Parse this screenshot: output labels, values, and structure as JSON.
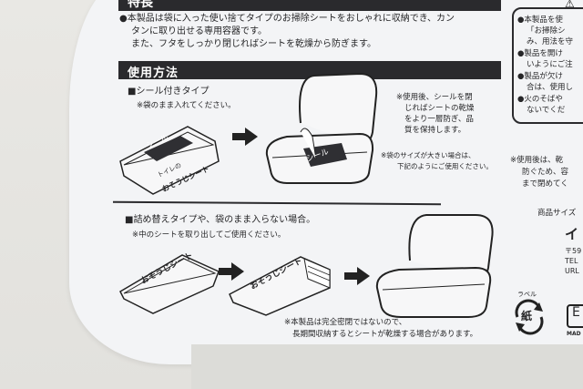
{
  "scene": "Photo of a white Japanese product instruction leaflet on a light gray surface",
  "features_section": {
    "header": "特長",
    "lines": [
      "●本製品は袋に入った使い捨てタイプのお掃除シートをおしゃれに収納でき、カン",
      "タンに取り出せる専用容器です。",
      "また、フタをしっかり閉じればシートを乾燥から防ぎます。"
    ]
  },
  "usage_section": {
    "header": "使用方法",
    "sealed_type": {
      "title": "■シール付きタイプ",
      "note": "※袋のまま入れてください。",
      "pack_label_top": "シール",
      "pack_label_small": "トイレの",
      "pack_label_main": "おそうじシート",
      "box_seal_label": "シール",
      "after_use_note": [
        "※使用後、シールを閉",
        "じればシートの乾燥",
        "をより一層防ぎ、品",
        "質を保持します。"
      ],
      "large_bag_note": [
        "※袋のサイズが大きい場合は、",
        "下記のようにご使用ください。"
      ]
    },
    "refill_type": {
      "title": "■詰め替えタイプや、袋のまま入らない場合。",
      "note": "※中のシートを取り出してご使用ください。",
      "pack1_label": "おそうじシート",
      "pack2_label": "おそうじシート",
      "airtight_note": [
        "※本製品は完全密閉ではないので、",
        "長期間収納するとシートが乾燥する場合があります。"
      ]
    }
  },
  "caution_section": {
    "warning_symbol": "⚠",
    "lines": [
      "●本製品を使",
      "「お掃除シ",
      "み、用法を守",
      "●製品を開け",
      "いようにご注",
      "●製品が欠け",
      "合は、使用し",
      "●火のそばや",
      "ないでくだ"
    ]
  },
  "after_use_right": [
    "※使用後は、乾",
    "防ぐため、容",
    "まで閉めてく"
  ],
  "product_size_label": "商品サイズ",
  "company": {
    "name_partial": "イ",
    "postal_partial": "〒59",
    "tel_partial": "TEL",
    "url_partial": "URL"
  },
  "recycle_mark": {
    "label": "ラベル",
    "symbol": "紙"
  },
  "origin_badge": {
    "partial": "E",
    "made_partial": "MAD"
  }
}
